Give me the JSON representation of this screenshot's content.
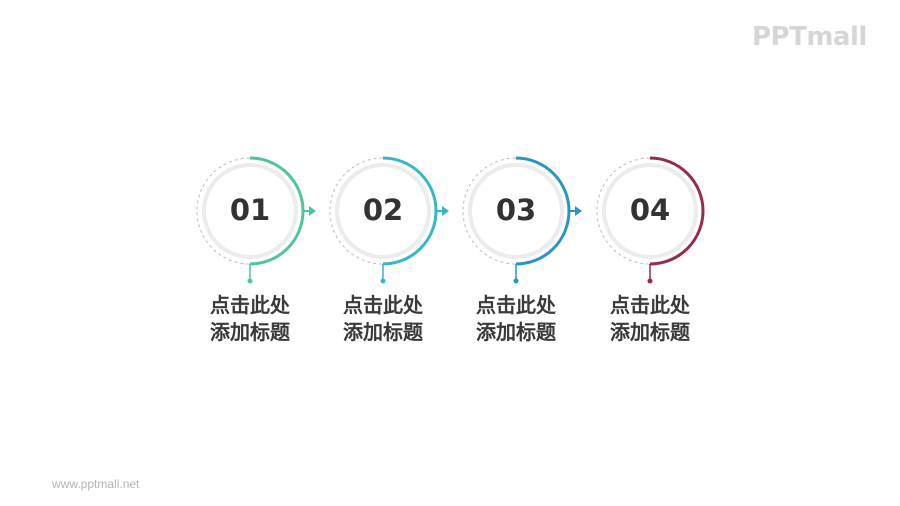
{
  "brand": {
    "logo_text": "PPTmall",
    "footer_url": "www.pptmall.net"
  },
  "steps": [
    {
      "number": "01",
      "line1": "点击此处",
      "line2": "添加标题",
      "color": "#4ec59a"
    },
    {
      "number": "02",
      "line1": "点击此处",
      "line2": "添加标题",
      "color": "#33b8c8"
    },
    {
      "number": "03",
      "line1": "点击此处",
      "line2": "添加标题",
      "color": "#2a94c4"
    },
    {
      "number": "04",
      "line1": "点击此处",
      "line2": "添加标题",
      "color": "#962a4f"
    }
  ]
}
